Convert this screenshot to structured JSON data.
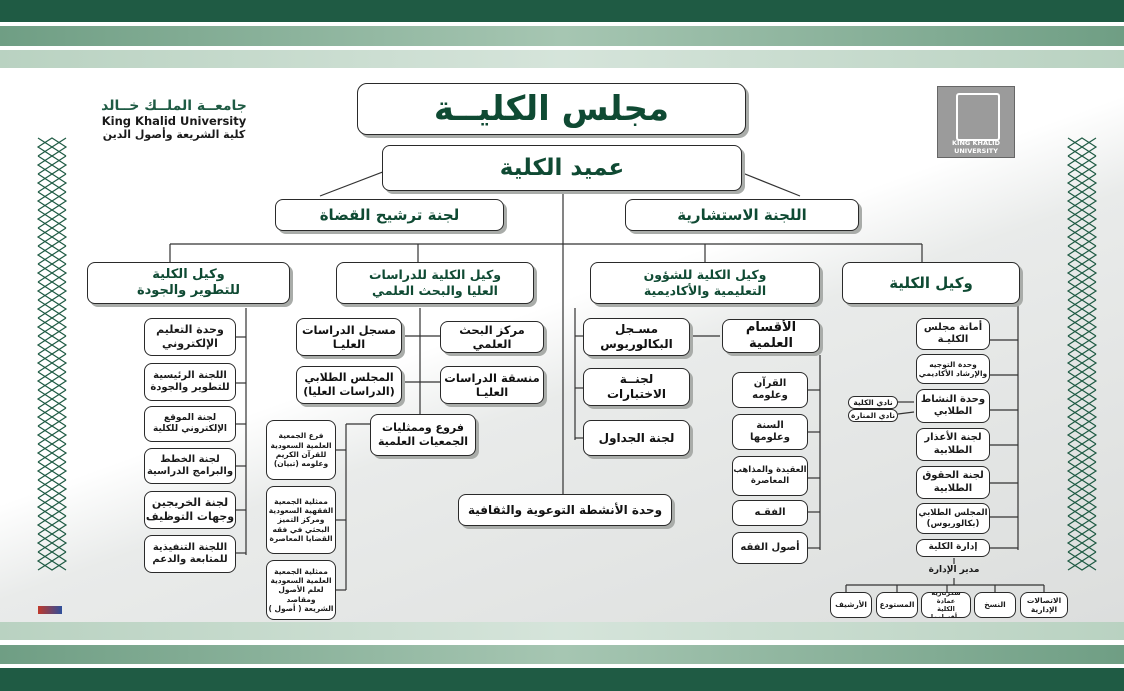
{
  "university": {
    "name_ar": "جامعــة الملــك خــالد",
    "name_en": "King Khalid University",
    "college_ar": "كلية الشريعة وأصول الدين",
    "logo_caption": "KING KHALID UNIVERSITY"
  },
  "top": {
    "council": "مجلس الكليــة",
    "dean": "عميد الكلية",
    "advisory": "اللجنة الاستشارية",
    "judges": "لجنة ترشيح القضاة"
  },
  "vice": {
    "college": "وكيل الكلية",
    "academic": "وكيل الكلية للشؤون\nالتعليمية والأكاديمية",
    "graduate": "وكيل الكلية للدراسات\nالعليا والبحث العلمي",
    "development": "وكيل الكلية\nللتطوير والجودة"
  },
  "col_college": {
    "items": [
      "أمانة مجلس\nالكليـة",
      "وحدة التوجيه\nوالإرشاد الأكاديمي",
      "وحدة النشاط\nالطلابي",
      "لجنة الأعذار\nالطلابية",
      "لجنة الحقوق\nالطلابية",
      "المجلس الطلابي\n(بكالوريوس)",
      "إدارة الكلية"
    ],
    "clubs": [
      "نادي الكلية",
      "نادي المنارة"
    ],
    "manager": "مدير الإدارة",
    "admin_units": [
      "الاتصالات\nالإدارية",
      "النسخ",
      "سكرتارية عمادة\nالكلية وأقسامها",
      "المستودع",
      "الأرشيف"
    ]
  },
  "col_academic": {
    "departments": "الأقسام العلمية",
    "dept_items": [
      "القرآن\nوعلومه",
      "السنة\nوعلومها",
      "العقيدة والمذاهب\nالمعاصرة",
      "الفقـه",
      "أصول الفقه"
    ],
    "registrar": "مسـجل\nالبكالوريوس",
    "exams": "لجنــة\nالاختبارات",
    "schedules": "لجنة الجداول"
  },
  "col_graduate": {
    "research_center": "مركز البحث العلمي",
    "grad_registrar": "مسجل الدراسات\nالعليـا",
    "grad_coordinator": "منسقة الدراسات\nالعليـا",
    "grad_council": "المجلس الطلابي\n(الدراسات العليا)",
    "societies": "فروع وممثليات\nالجمعيات العلمية",
    "society_items": [
      "فرع الجمعية\nالعلمية السعودية\nللقرآن الكريم\nوعلومه (تبيان)",
      "ممثلية الجمعية\nالفقهية السعودية\nومركز التميز\nالبحثي في فقه\nالقضايا المعاصرة",
      "ممثلية الجمعية\nالعلمية السعودية\nلعلم الأصول ومقاصد\nالشريعة ( أصول )"
    ]
  },
  "col_development": {
    "items": [
      "وحدة التعليم\nالإلكتروني",
      "اللجنة الرئيسية\nللتطوير والجودة",
      "لجنة الموقع\nالإلكتروني للكلية",
      "لجنة الخطط\nوالبرامج الدراسية",
      "لجنة الخريجين\nوجهات التوظيف",
      "اللجنة التنفيذية\nللمتابعة والدعم"
    ]
  },
  "bottom_unit": "وحدة الأنشطة التوعوية والثقافية",
  "colors": {
    "dark_green": "#1f5b44",
    "mid_green": "#7fa98f",
    "light_green": "#b9d2c1",
    "title_green": "#0f4a33"
  }
}
